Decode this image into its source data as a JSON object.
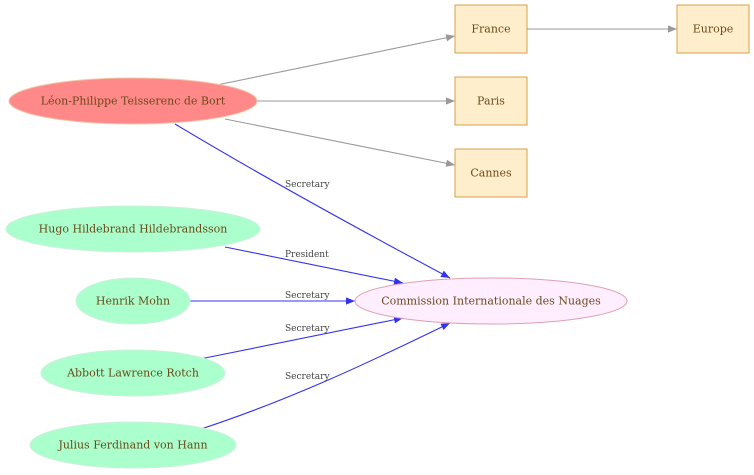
{
  "palette": {
    "focus_fill": "#ff8888",
    "person_fill": "#aaffcc",
    "place_fill": "#ffeecc",
    "place_stroke": "#d9a04a",
    "org_fill": "#ffeeff",
    "org_stroke": "#e0a0b0",
    "gray_edge": "#999999",
    "blue_edge": "#3333ee"
  },
  "nodes": {
    "teisserenc": "Léon-Philippe Teisserenc de Bort",
    "hildebrandsson": "Hugo Hildebrand Hildebrandsson",
    "mohn": "Henrik Mohn",
    "rotch": "Abbott Lawrence Rotch",
    "hann": "Julius Ferdinand von Hann",
    "france": "France",
    "europe": "Europe",
    "paris": "Paris",
    "cannes": "Cannes",
    "commission": "Commission Internationale des Nuages"
  },
  "edges": [
    {
      "from": "teisserenc",
      "to": "france",
      "label": ""
    },
    {
      "from": "teisserenc",
      "to": "paris",
      "label": ""
    },
    {
      "from": "teisserenc",
      "to": "cannes",
      "label": ""
    },
    {
      "from": "france",
      "to": "europe",
      "label": ""
    },
    {
      "from": "teisserenc",
      "to": "commission",
      "label": "Secretary"
    },
    {
      "from": "hildebrandsson",
      "to": "commission",
      "label": "President"
    },
    {
      "from": "mohn",
      "to": "commission",
      "label": "Secretary"
    },
    {
      "from": "rotch",
      "to": "commission",
      "label": "Secretary"
    },
    {
      "from": "hann",
      "to": "commission",
      "label": "Secretary"
    }
  ]
}
